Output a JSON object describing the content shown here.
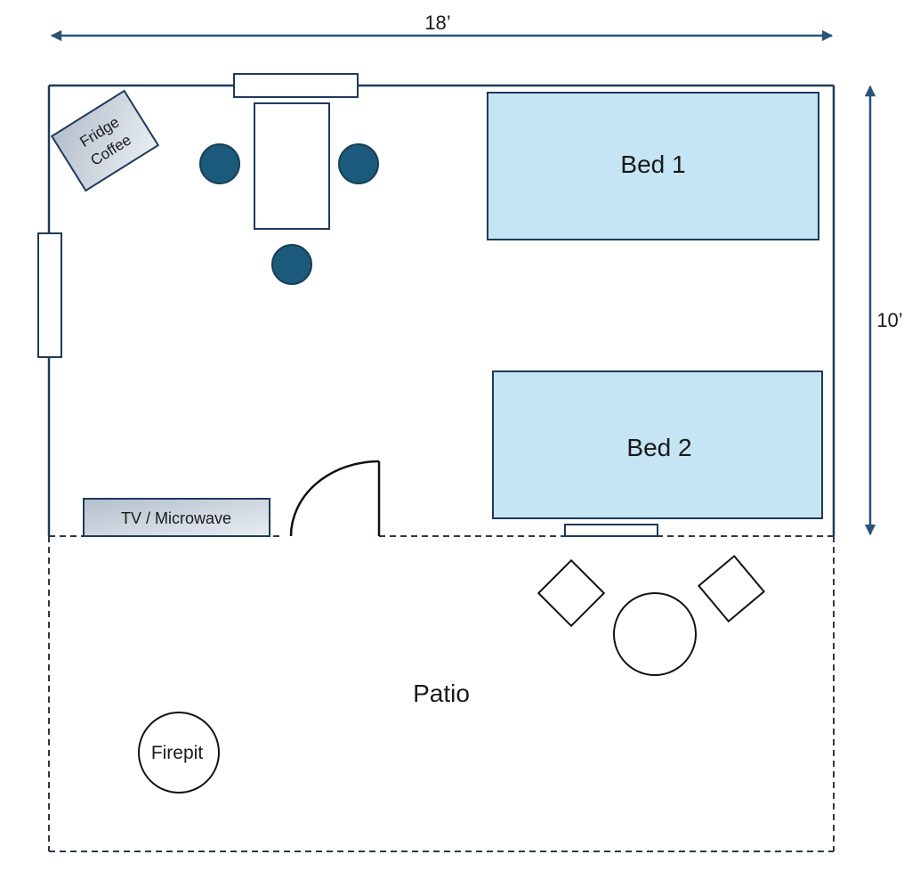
{
  "dimensions": {
    "width_label": "18’",
    "depth_label": "10’"
  },
  "rooms": {
    "patio_label": "Patio"
  },
  "furniture": {
    "bed_1": "Bed 1",
    "bed_2": "Bed 2",
    "tv_microwave": "TV / Microwave",
    "fridge_line1": "Fridge",
    "fridge_line2": "Coffee",
    "firepit": "Firepit"
  },
  "colors": {
    "wall": "#1f3a5a",
    "bed_fill": "#c5e4f4",
    "chair_fill": "#1c5a7c",
    "arrow": "#2a5478",
    "appliance_fill": "#d8dee6"
  }
}
